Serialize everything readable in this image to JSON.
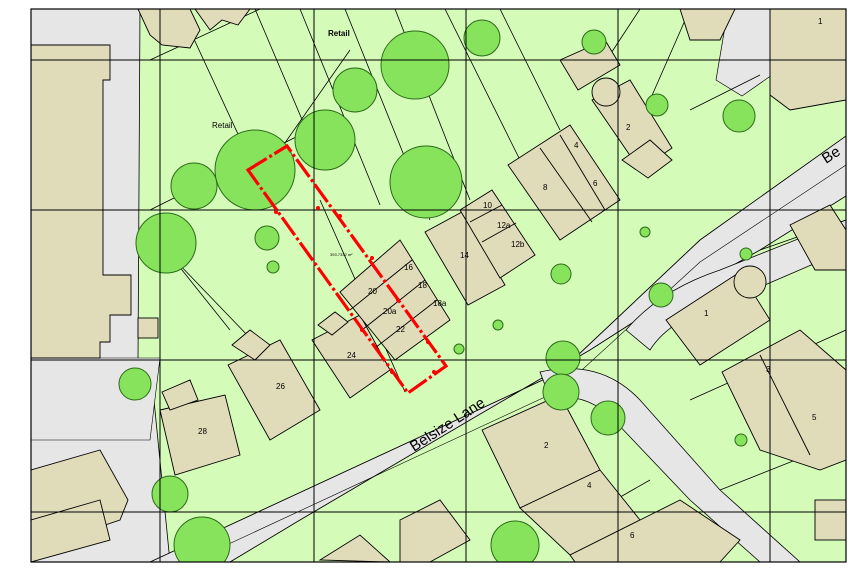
{
  "map": {
    "colors": {
      "background": "#ffffff",
      "garden": "#d5fbb9",
      "road": "#e6e6e6",
      "building": "#e0dbb8",
      "tree_fill": "#86e35b",
      "tree_stroke": "#2c6b1a",
      "outline": "#000000",
      "site_boundary": "#ff0000"
    },
    "street_labels": {
      "main_road": "Belsize Lane",
      "main_road_cut": "Be"
    },
    "area_labels": {
      "retail_1": "Retail",
      "retail_2": "Retail"
    },
    "house_numbers": {
      "n1_top": "1",
      "n2_top": "2",
      "n4_top": "4",
      "n6_top": "6",
      "n8": "8",
      "n10": "10",
      "n12a": "12a",
      "n12b": "12b",
      "n14": "14",
      "n16": "16",
      "n18": "18",
      "n18a": "18a",
      "n20": "20",
      "n20a": "20a",
      "n22": "22",
      "n24": "24",
      "n26": "26",
      "n28": "28",
      "n1_right": "1",
      "n3_right": "3",
      "n5_right": "5",
      "n2_bottom": "2",
      "n4_bottom": "4",
      "n6_bottom": "6"
    },
    "site_area_label": "393.7332 m²"
  }
}
